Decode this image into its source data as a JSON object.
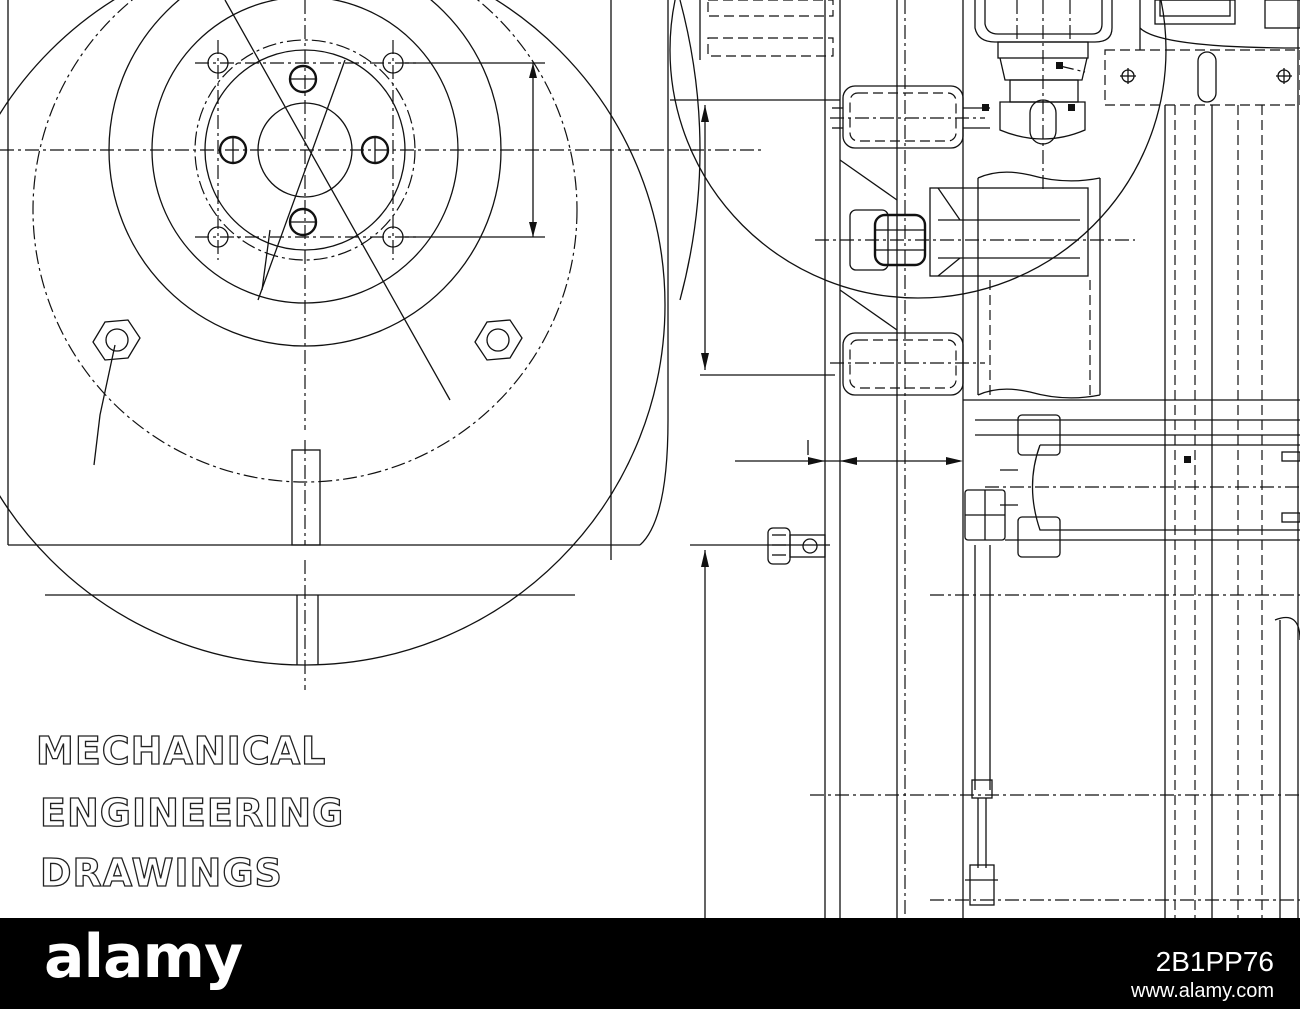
{
  "headline": {
    "line1": "MECHANICAL",
    "line2": "ENGINEERING",
    "line3": "DRAWINGS"
  },
  "footer": {
    "logo": "alamy",
    "image_id": "2B1PP76",
    "url": "www.alamy.com"
  },
  "colors": {
    "line": "#111111",
    "background": "#ffffff",
    "footer": "#000000"
  }
}
